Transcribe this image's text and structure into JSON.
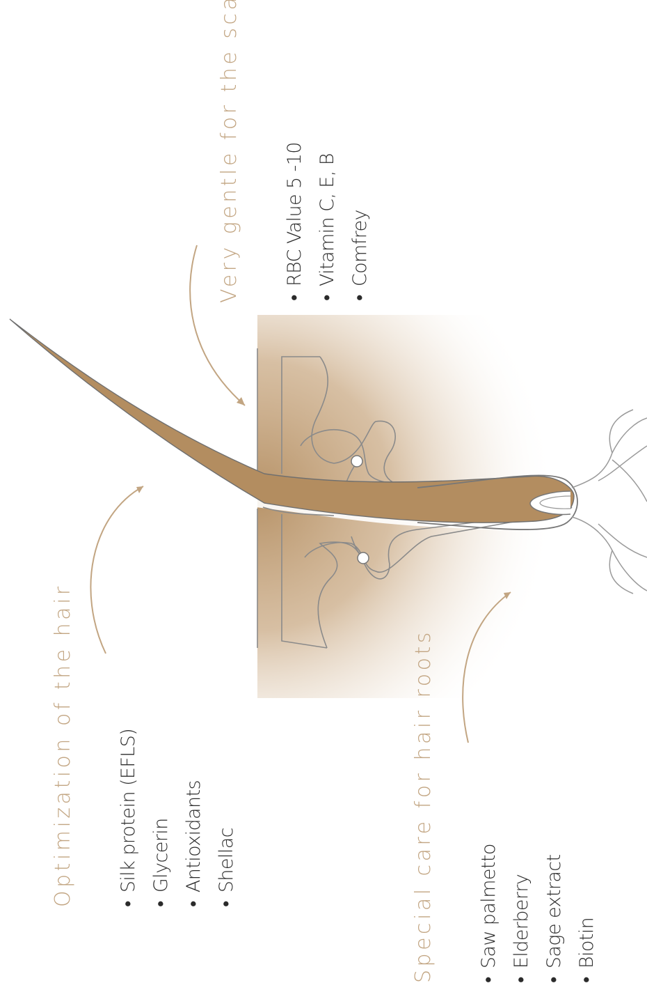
{
  "sections": {
    "scalp": {
      "heading": "Very gentle for the scalp",
      "items": [
        "RBC Value 5 -10",
        "Vitamin C, E, B",
        "Comfrey"
      ]
    },
    "hair": {
      "heading": "Optimization of the hair",
      "items": [
        "Silk protein (EFLS)",
        "Glycerin",
        "Antioxidants",
        "Shellac"
      ]
    },
    "roots": {
      "heading": "Special care for hair roots",
      "items": [
        "Saw palmetto",
        "Elderberry",
        "Sage extract",
        "Biotin"
      ]
    }
  },
  "colors": {
    "accent": "#c2a582",
    "hair": "#b38d60",
    "text": "#2b2b2b",
    "outline": "#777777"
  }
}
